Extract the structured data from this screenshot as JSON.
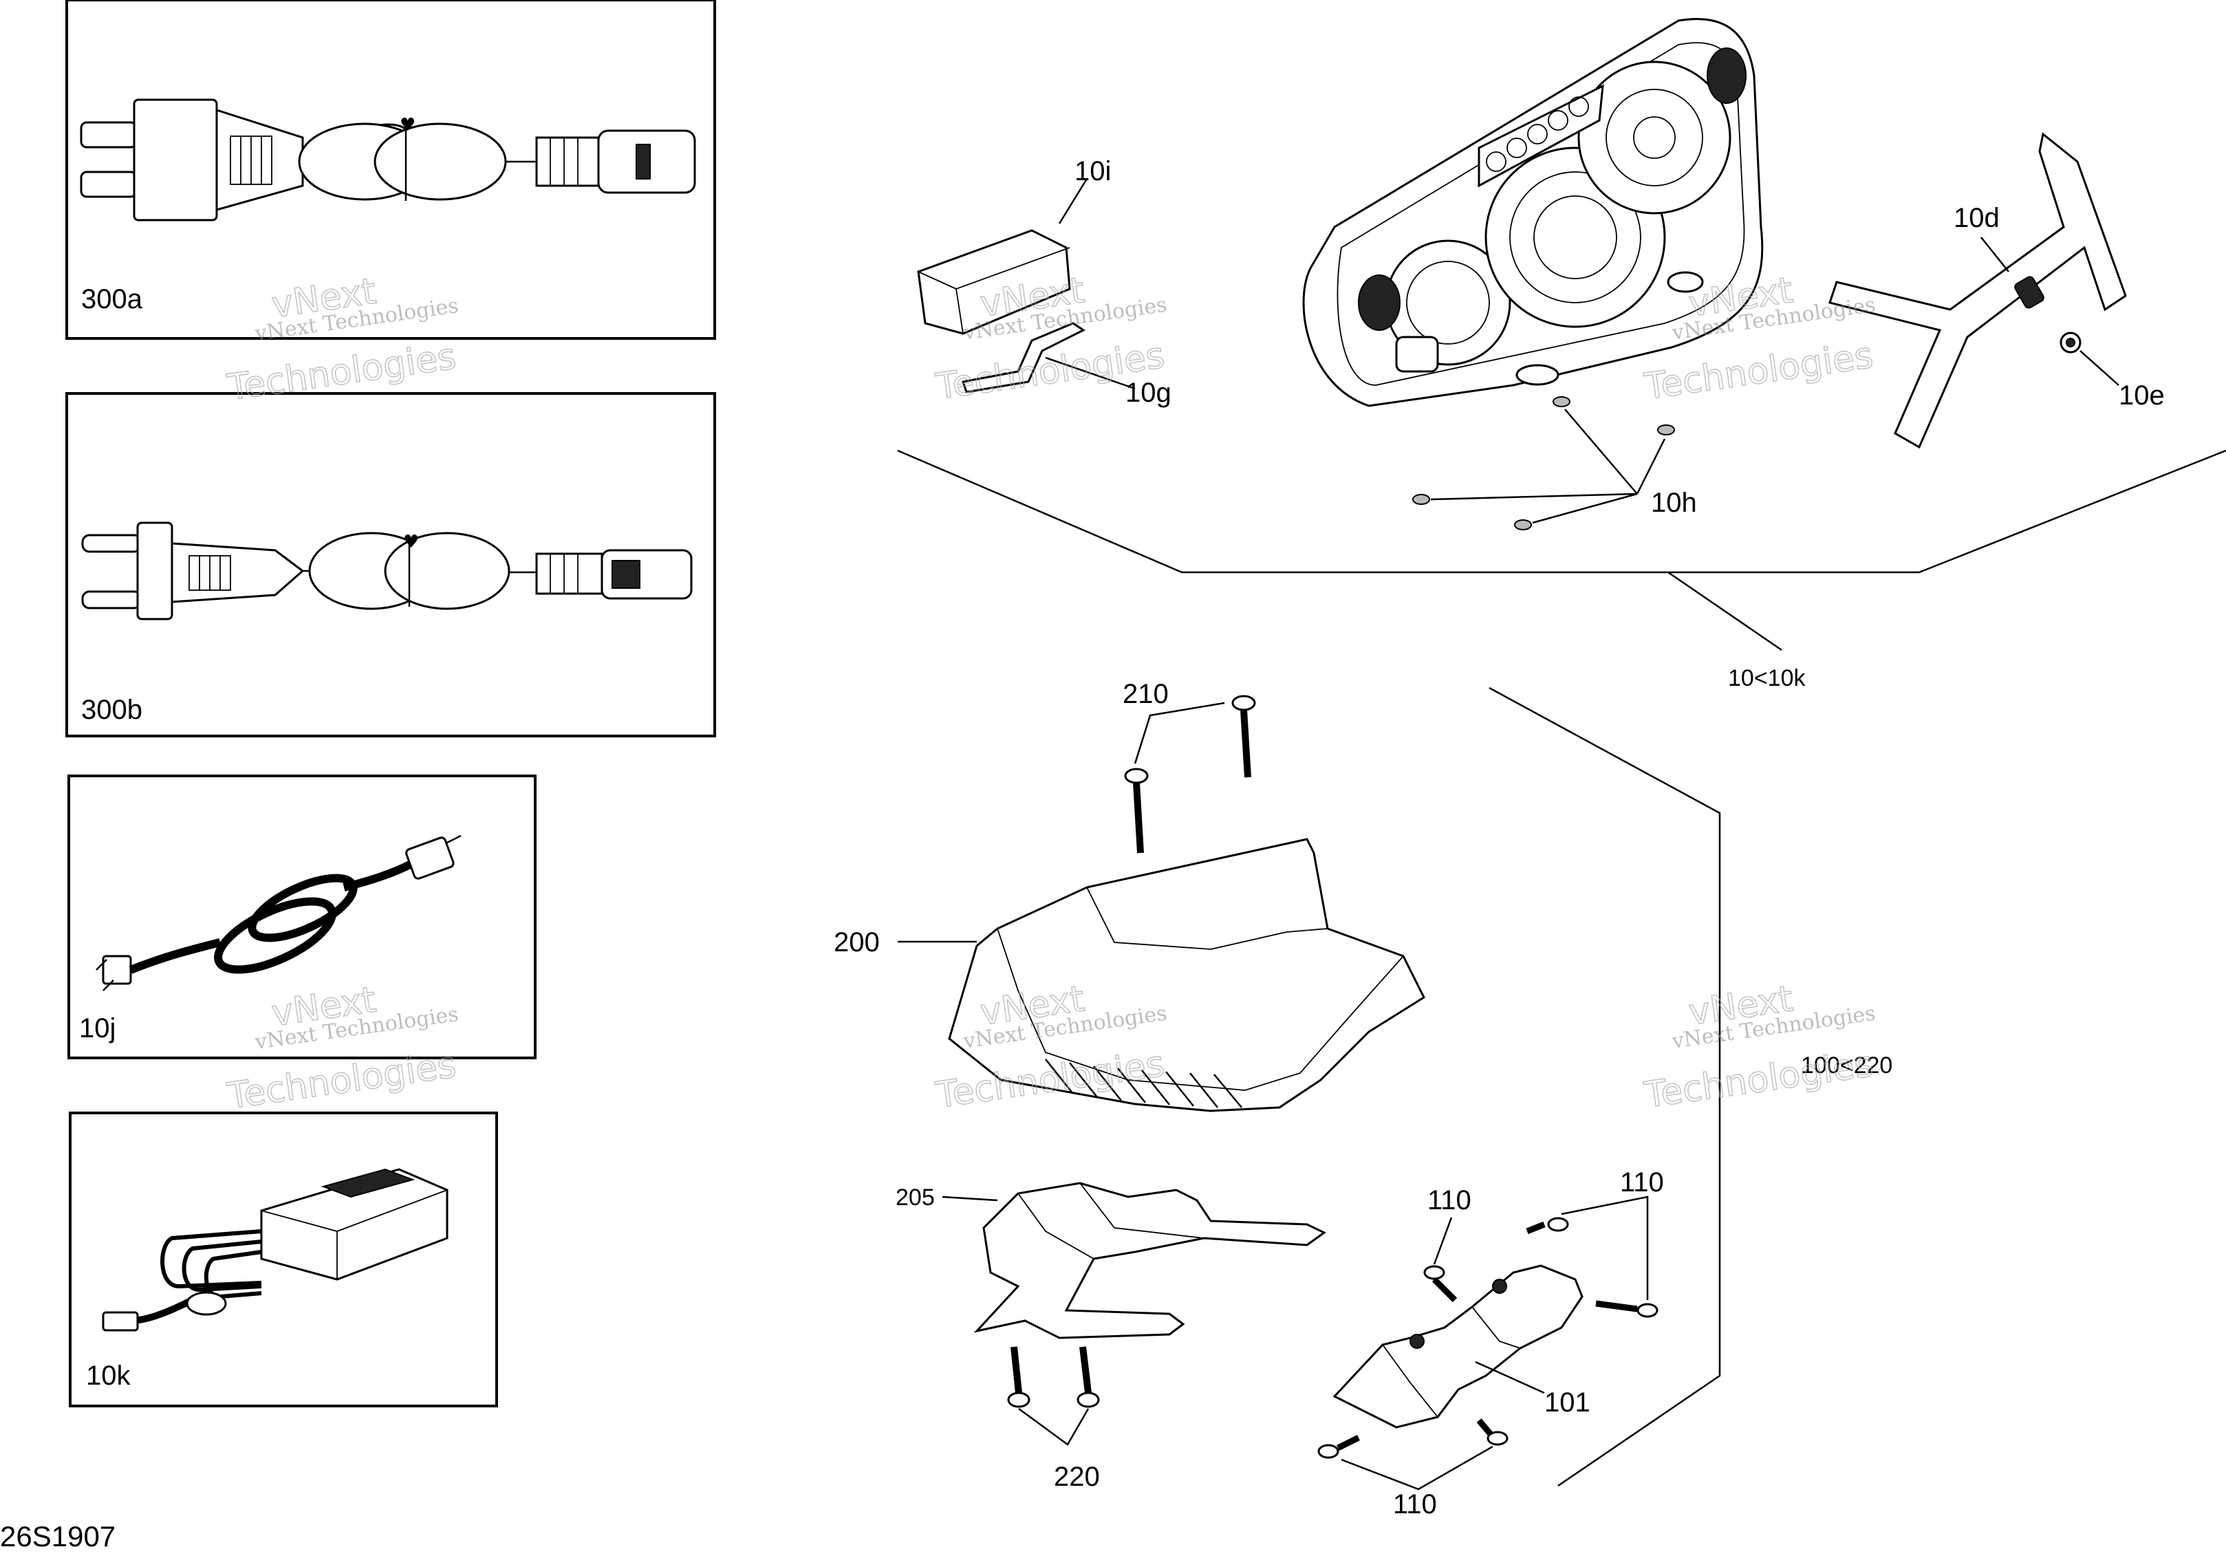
{
  "diagram_code": "26S1907",
  "watermark": {
    "line1": "vNext",
    "line2": "vNext Technologies",
    "line3": "Technologies"
  },
  "inset_boxes": [
    {
      "label": "300a"
    },
    {
      "label": "300b"
    },
    {
      "label": "10j"
    },
    {
      "label": "10k"
    }
  ],
  "callouts": {
    "c10i": "10i",
    "c10g": "10g",
    "c10d": "10d",
    "c10e": "10e",
    "c10h": "10h",
    "c10_10k": "10<10k",
    "c210": "210",
    "c200": "200",
    "c100_220": "100<220",
    "c205": "205",
    "c110a": "110",
    "c110b": "110",
    "c110c": "110",
    "c101": "101",
    "c220": "220"
  }
}
